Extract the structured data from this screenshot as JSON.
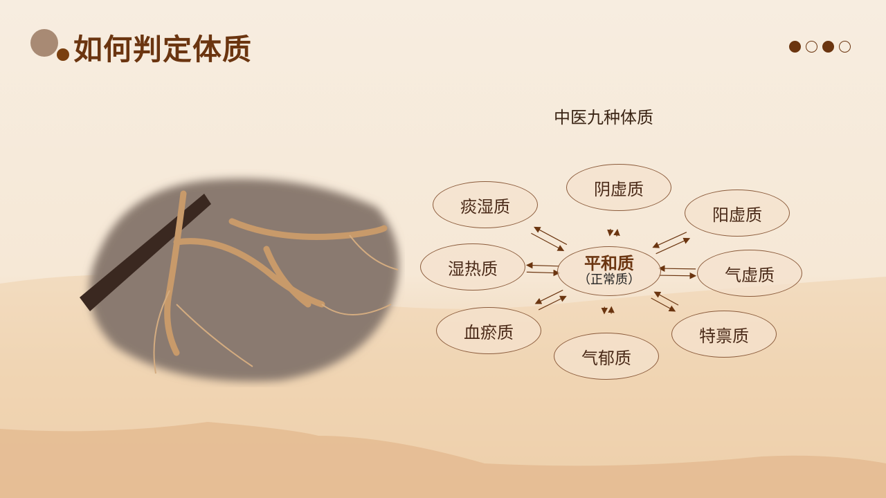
{
  "header": {
    "title": "如何判定体质"
  },
  "pagination": {
    "total": 4,
    "filled": [
      true,
      false,
      true,
      false
    ]
  },
  "diagram": {
    "title": "中医九种体质",
    "center": {
      "label": "平和质",
      "sublabel": "（正常质）"
    },
    "nodes": [
      {
        "id": "tanshi",
        "label": "痰湿质"
      },
      {
        "id": "yinxu",
        "label": "阴虚质"
      },
      {
        "id": "yangxu",
        "label": "阳虚质"
      },
      {
        "id": "shire",
        "label": "湿热质"
      },
      {
        "id": "qixu",
        "label": "气虚质"
      },
      {
        "id": "xueyu",
        "label": "血瘀质"
      },
      {
        "id": "qiyu",
        "label": "气郁质"
      },
      {
        "id": "tebing",
        "label": "特禀质"
      }
    ]
  },
  "colors": {
    "accent": "#6b3510",
    "border": "#8a5a3a"
  }
}
